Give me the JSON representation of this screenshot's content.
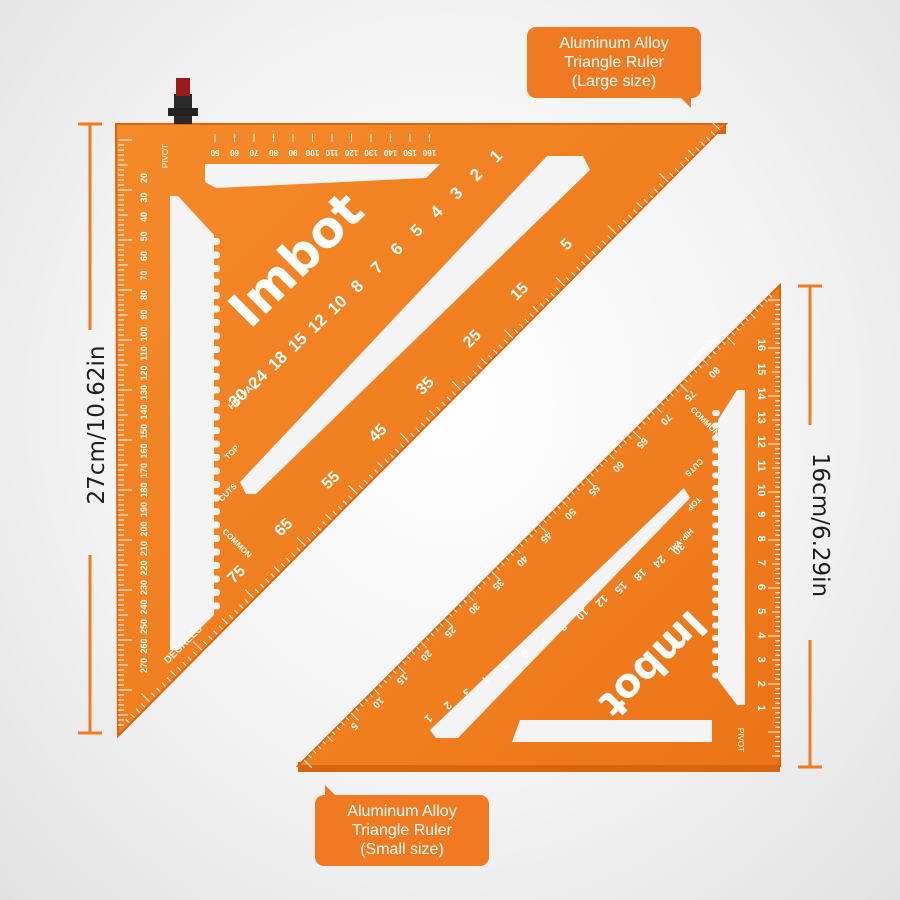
{
  "callouts": {
    "large": {
      "line1": "Aluminum Alloy",
      "line2": "Triangle Ruler",
      "line3": "(Large size)"
    },
    "small": {
      "line1": "Aluminum Alloy",
      "line2": "Triangle Ruler",
      "line3": "(Small size)"
    }
  },
  "dimensions": {
    "large": "27cm/10.62in",
    "small": "16cm/6.29in"
  },
  "brand": "Imbot",
  "colors": {
    "ruler_orange": "#f0801f",
    "ruler_dark": "#d9660f",
    "callout_orange": "#f07a22",
    "dimension_line": "#f07a22",
    "engraving": "#ffffff"
  },
  "large_ruler": {
    "degree_scale": [
      "20",
      "30",
      "40",
      "50",
      "60",
      "70",
      "80",
      "90",
      "100",
      "110",
      "120",
      "130",
      "140",
      "150",
      "160",
      "170",
      "180",
      "190",
      "200",
      "210",
      "220",
      "230",
      "240",
      "250",
      "260",
      "270"
    ],
    "top_scale": [
      "50",
      "60",
      "70",
      "80",
      "90",
      "100",
      "110",
      "120",
      "130",
      "140",
      "150",
      "160"
    ],
    "hip_val": [
      "30",
      "24",
      "18",
      "15",
      "12",
      "10",
      "8",
      "7",
      "6",
      "5",
      "4",
      "3",
      "2",
      "1"
    ],
    "common": [
      "75",
      "65",
      "55",
      "45",
      "35",
      "25",
      "15",
      "5"
    ],
    "labels": {
      "pivot": "PIVOT",
      "degrees": "DEGREES",
      "hip_val_label": "HIP-VAL",
      "top_label": "TOP",
      "cuts_label": "CUTS",
      "common_label": "COMMON"
    }
  },
  "small_ruler": {
    "right_scale": [
      "1",
      "2",
      "3",
      "4",
      "5",
      "6",
      "7",
      "8",
      "9",
      "10",
      "11",
      "12",
      "13",
      "14",
      "15",
      "16"
    ],
    "degree_scale": [
      "5",
      "10",
      "15",
      "20",
      "25",
      "30",
      "35",
      "40",
      "45",
      "50",
      "55",
      "60",
      "65",
      "70",
      "75",
      "80"
    ],
    "hip_val": [
      "30",
      "24",
      "18",
      "15",
      "12",
      "10",
      "8",
      "7",
      "6",
      "5",
      "4",
      "3",
      "2",
      "1"
    ],
    "labels": {
      "pivot": "PIVOT",
      "degrees": "DEGREES",
      "hip_val_label": "HIP-VAL",
      "top_label": "TOP",
      "cuts_label": "CUTS",
      "common_label": "COMMON"
    }
  }
}
